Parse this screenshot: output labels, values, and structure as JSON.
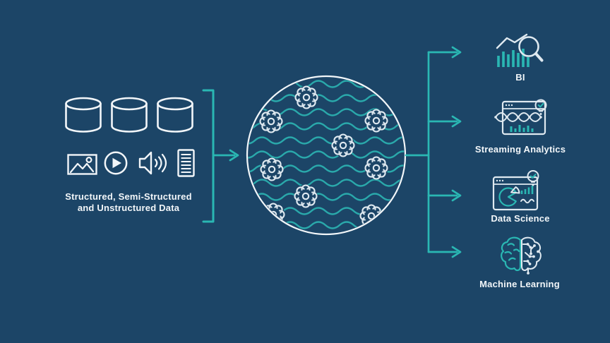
{
  "colors": {
    "background": "#1c4567",
    "teal": "#2ab7b3",
    "wave": "#2aa9ab",
    "white": "#f2f6f9",
    "icon_light": "#dfe9f0"
  },
  "source": {
    "caption_line1": "Structured, Semi-Structured",
    "caption_line2": "and Unstructured Data",
    "icons": [
      "database-icon",
      "database-icon",
      "database-icon",
      "image-icon",
      "video-play-icon",
      "audio-icon",
      "document-icon"
    ]
  },
  "lake": {
    "icon": "water-waves-with-gears-circle"
  },
  "outputs": [
    {
      "label": "BI",
      "icon": "bar-chart-magnifier-icon"
    },
    {
      "label": "Streaming Analytics",
      "icon": "stream-window-lightbulb-icon"
    },
    {
      "label": "Data Science",
      "icon": "pie-chart-window-lightbulb-icon"
    },
    {
      "label": "Machine Learning",
      "icon": "brain-circuit-icon"
    }
  ]
}
